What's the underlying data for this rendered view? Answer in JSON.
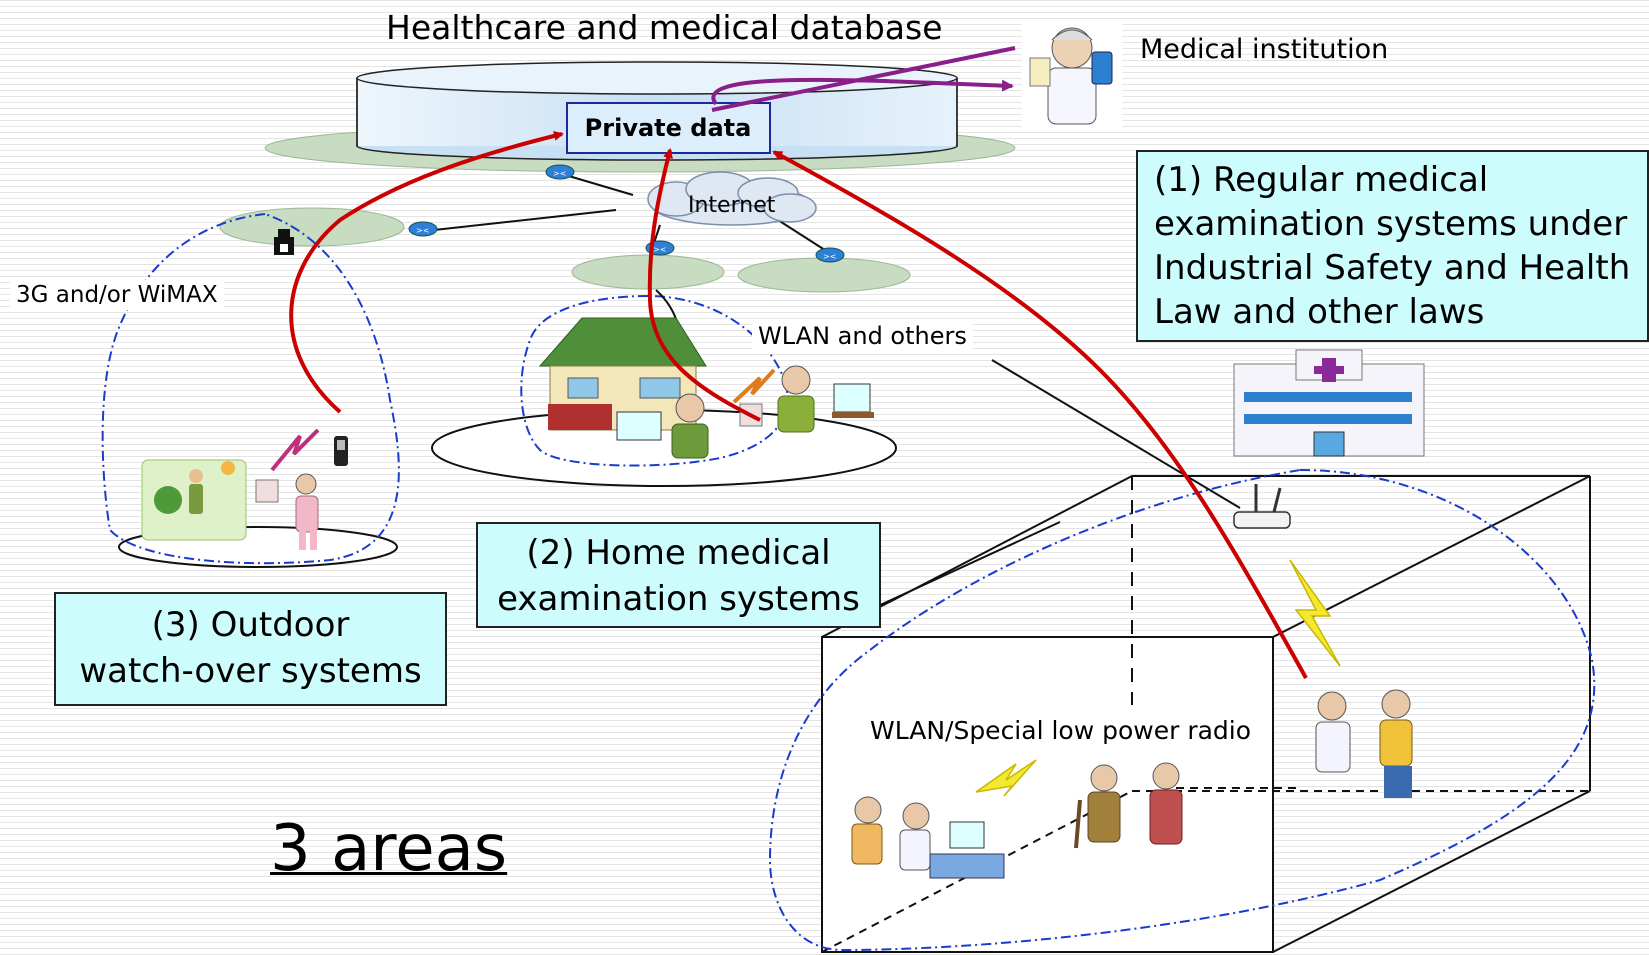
{
  "database": {
    "title": "Healthcare and medical database",
    "private_data": "Private data"
  },
  "labels": {
    "medical_institution": "Medical institution",
    "internet": "Internet",
    "mobile_network": "3G and/or WiMAX",
    "home_network": "WLAN and others",
    "facility_network": "WLAN/Special low power radio"
  },
  "areas": {
    "regular": "(1) Regular medical examination systems under Industrial Safety and Health Law and other laws",
    "home_line1": "(2) Home medical",
    "home_line2": "examination systems",
    "outdoor_line1": "(3) Outdoor",
    "outdoor_line2": "watch-over systems"
  },
  "summary": "3 areas",
  "colors": {
    "area_box": "#ccfcfc",
    "data_flow": "#cc0000",
    "institution_flow": "#8a1f8a",
    "coverage": "#1a3ccc",
    "network_disc": "#c7dcc0",
    "database": "#d4e8f8"
  }
}
